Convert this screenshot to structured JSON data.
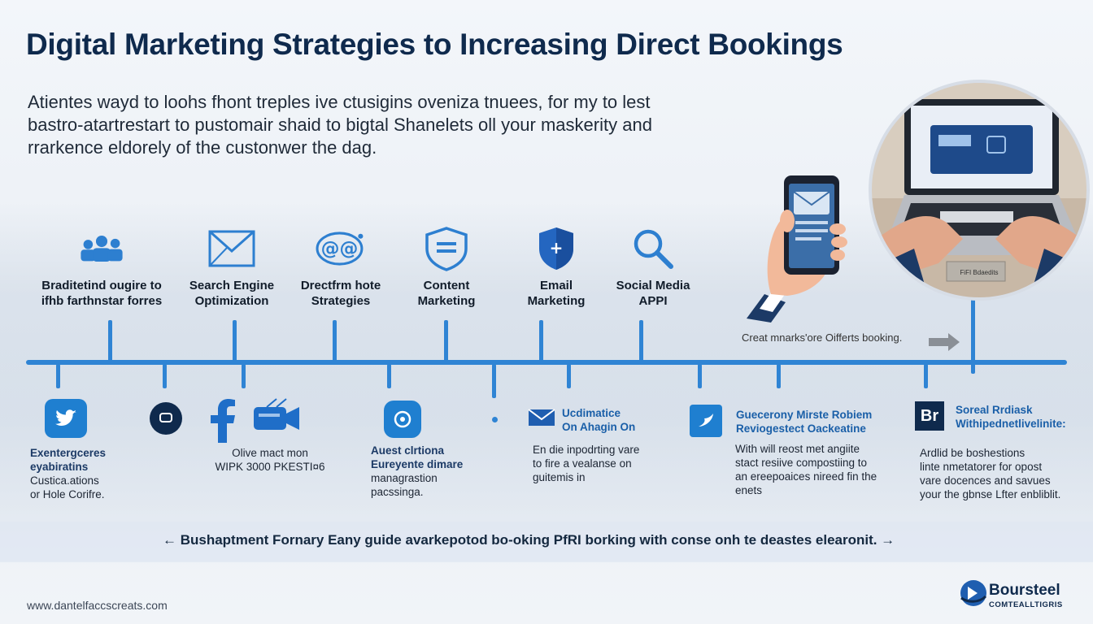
{
  "title": "Digital Marketing Strategies to Increasing Direct Bookings",
  "intro": [
    "Atientes wayd to loohs fhont treples ive ctusigins ovenіza tnuees, for my to lest",
    "bastro-atartrestart to pustomair shaid to bigtal Shanelets oll your maskerіty and",
    "rrarkence eldorely of the custonwer the dag."
  ],
  "top_items": [
    {
      "icon": "people-icon",
      "line1": "Braditetind ougire to",
      "line2": "ifhb farthnstar forres"
    },
    {
      "icon": "envelope-icon",
      "line1": "Search Engine",
      "line2": "Optimization"
    },
    {
      "icon": "at-sign-icon",
      "line1": "Drectfrm hote",
      "line2": "Strategies"
    },
    {
      "icon": "shield-icon",
      "line1": "Content",
      "line2": "Marketing"
    },
    {
      "icon": "google-shield-icon",
      "line1": "Email",
      "line2": "Marketing"
    },
    {
      "icon": "magnifier-icon",
      "line1": "Social Media",
      "line2": "APPI"
    }
  ],
  "laptop_sign": "FiFI Bdaedits",
  "callout": "Creat mnarks'ore Oifferts booking.",
  "bottom": {
    "b1": {
      "lines": [
        "Exentergceres",
        "eyabiratins",
        "Custica.ations",
        "or Hole Corifre."
      ]
    },
    "b2": {
      "lines": [
        "Olive mact mon",
        "WIPK 3000 PKESTI¤6"
      ]
    },
    "b3": {
      "lines": [
        "Auest clrtiona",
        "Eureyente dimare",
        "managrastion",
        "pacssinga."
      ]
    },
    "b4": {
      "title1": "Ucdimatice",
      "title2": "On Ahagin On",
      "lines": [
        "En die inpodrting vare",
        "to fire a vealanse on",
        "guitemis in"
      ]
    },
    "b5": {
      "title1": "Guecerony Mirste Robiem",
      "title2": "Reviogestect Oackeatine",
      "lines": [
        "With will reost met angiite",
        "stact resiive compostiing to",
        "an ereepoaices nireed fin the",
        "enets"
      ]
    },
    "b6": {
      "badge": "Br",
      "title1": "Soreal Rrdiask",
      "title2": "Withipednetlivelinite:",
      "lines": [
        "Ardlid be boshestions",
        "linte nmetatorer for opost",
        "vare docences and savues",
        "your the gbnse Lfter enbliblit."
      ]
    }
  },
  "footer_line": "← Bushaptment Fornary Eany guide avarkepotod bo-oking PfRI borking with conse onh te deastes elearonit. →",
  "url": "www.dantelfaccscreats.com",
  "brand": {
    "name": "Boursteel",
    "sub": "COMTEALLTIGRIS"
  },
  "colors": {
    "accent": "#2f84d4",
    "navy": "#0f2a4d",
    "icon_blue": "#1f7fd0"
  }
}
